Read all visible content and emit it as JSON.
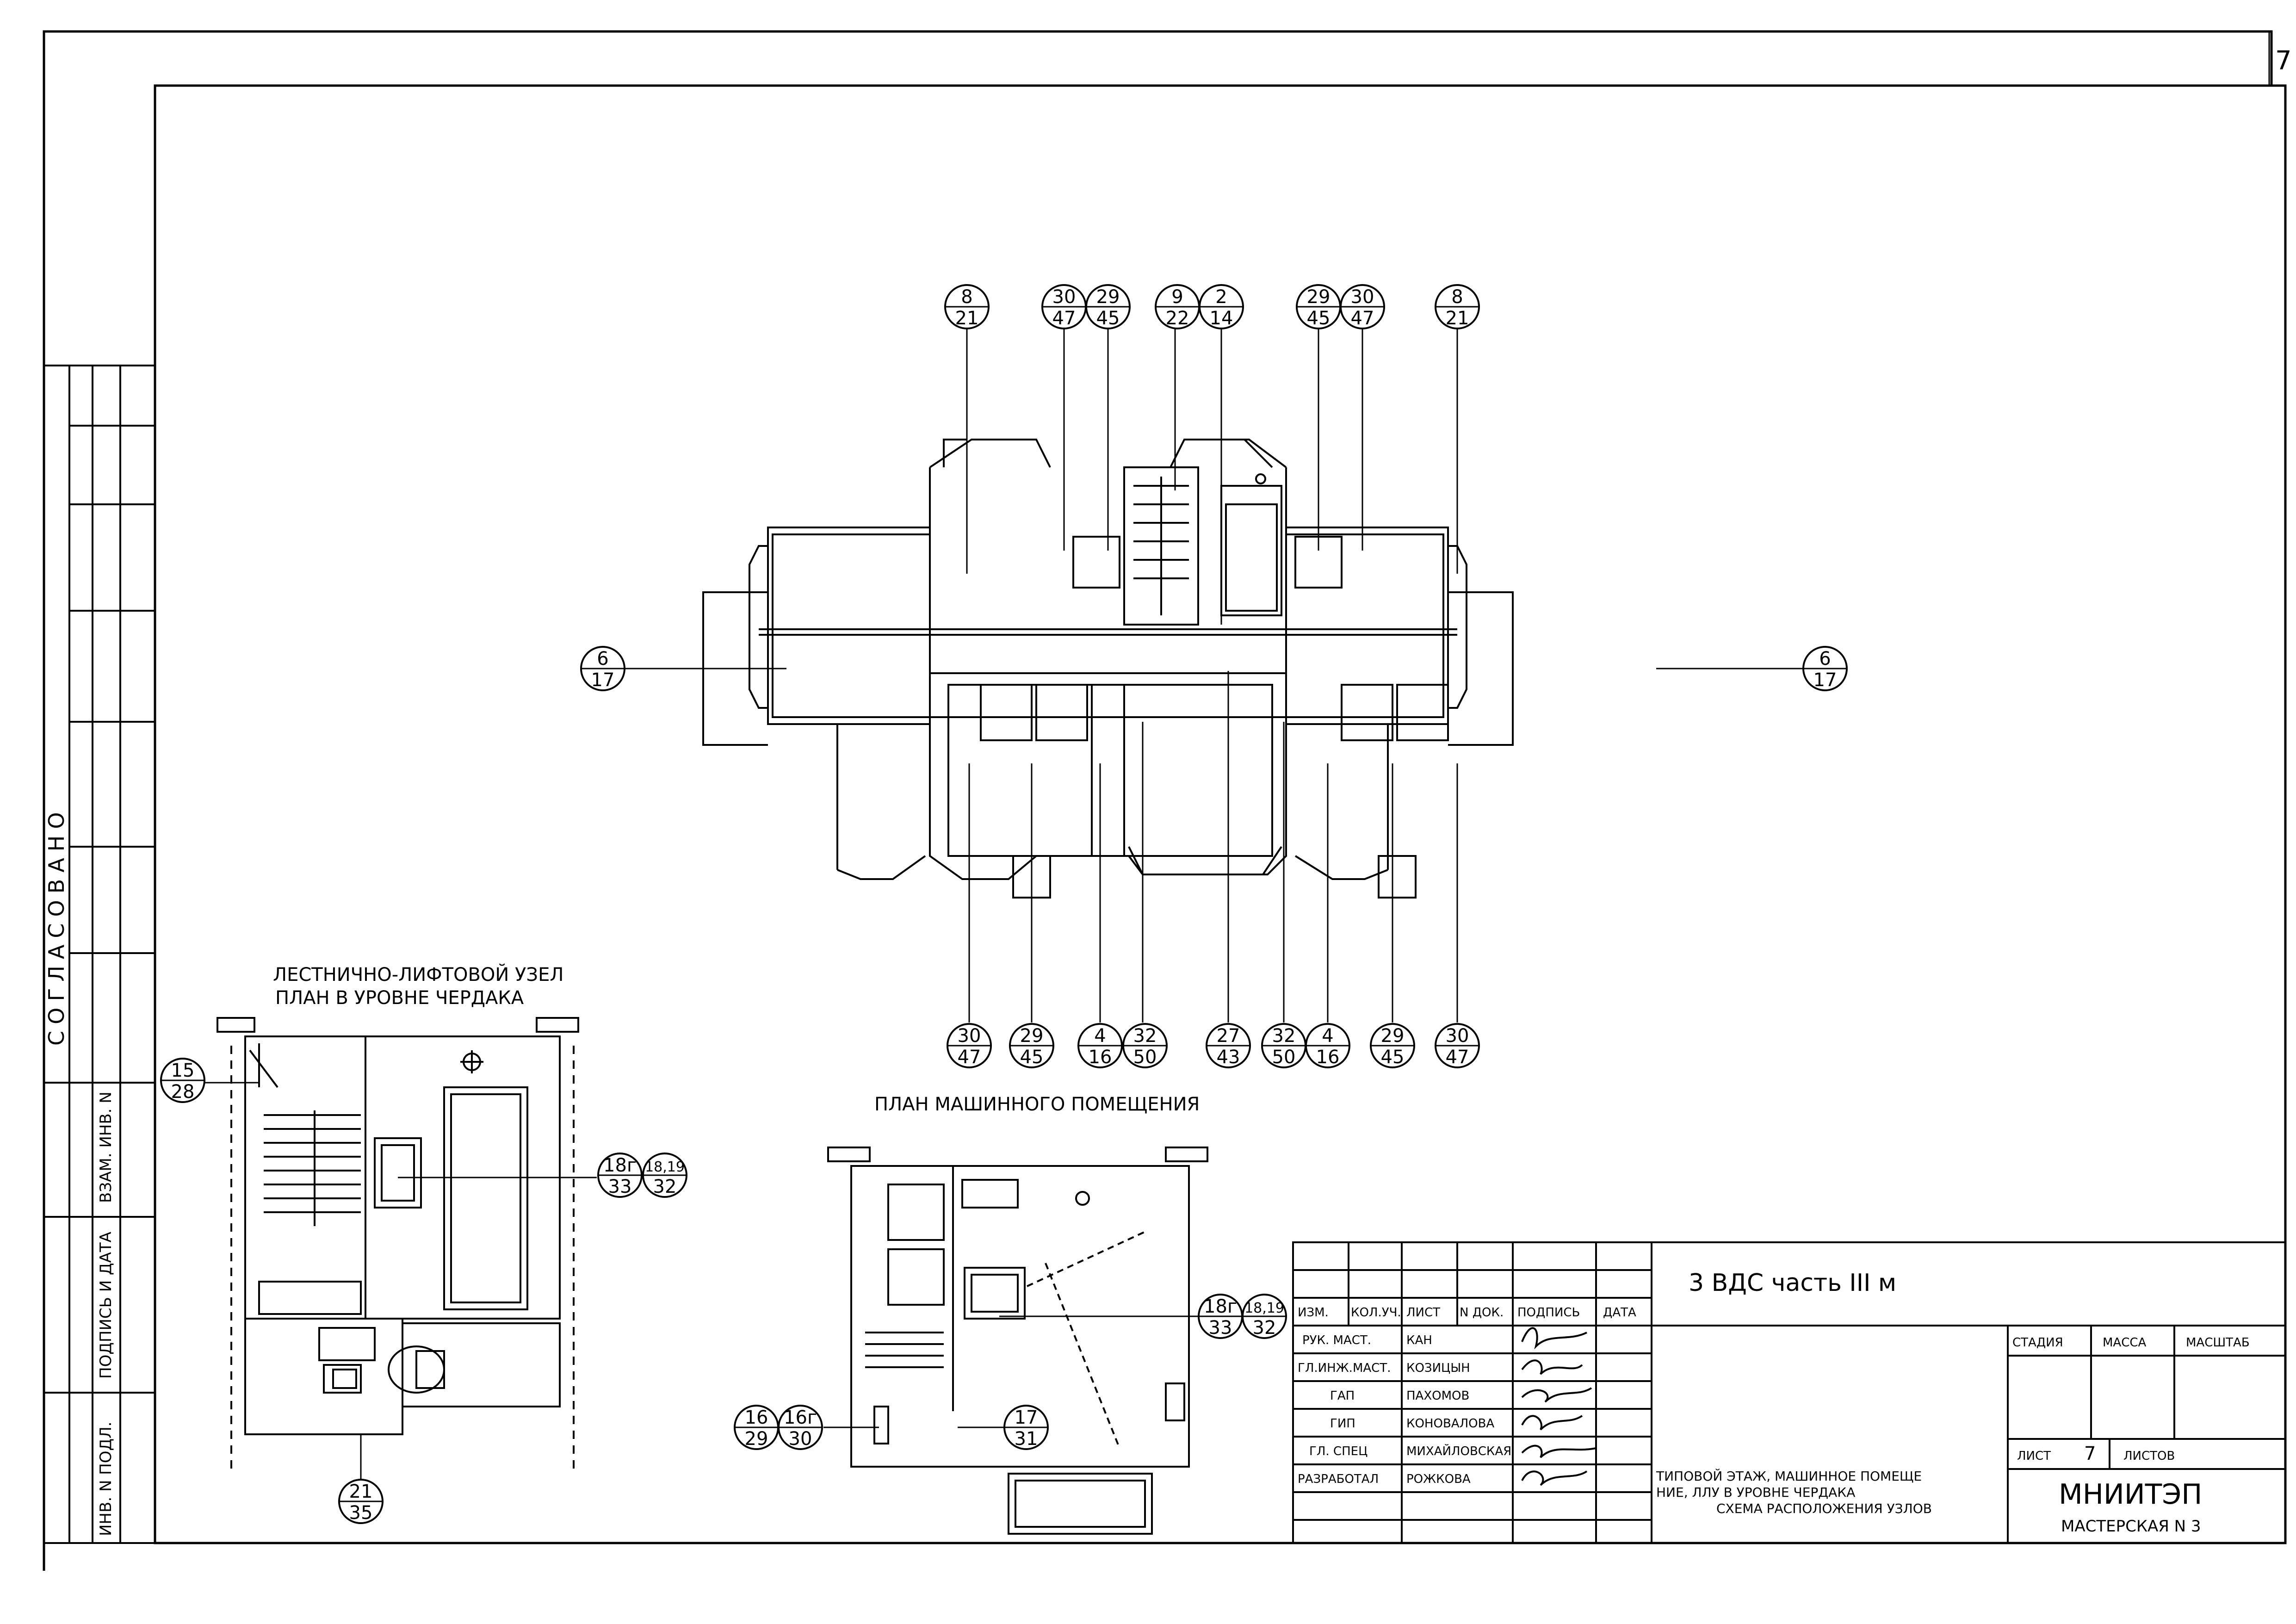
{
  "sheet_corner_number": "7",
  "side_panel": {
    "approved": "СОГЛАСОВАНО",
    "inv_sub": "ВЗАМ. ИНВ. N",
    "sign_date": "ПОДПИСЬ И ДАТА",
    "inv_orig": "ИНВ. N ПОДЛ."
  },
  "captions": {
    "stair_node": "ЛЕСТНИЧНО-ЛИФТОВОЙ УЗЕЛ",
    "stair_node_plan": "ПЛАН В УРОВНЕ ЧЕРДАКА",
    "machine_room": "ПЛАН МАШИННОГО ПОМЕЩЕНИЯ"
  },
  "callouts_top": [
    {
      "top": "8",
      "bottom": "21"
    },
    {
      "top": "30",
      "bottom": "47"
    },
    {
      "top": "29",
      "bottom": "45"
    },
    {
      "top": "9",
      "bottom": "22"
    },
    {
      "top": "2",
      "bottom": "14"
    },
    {
      "top": "29",
      "bottom": "45"
    },
    {
      "top": "30",
      "bottom": "47"
    },
    {
      "top": "8",
      "bottom": "21"
    }
  ],
  "callouts_bottom": [
    {
      "top": "30",
      "bottom": "47"
    },
    {
      "top": "29",
      "bottom": "45"
    },
    {
      "top": "4",
      "bottom": "16"
    },
    {
      "top": "32",
      "bottom": "50"
    },
    {
      "top": "27",
      "bottom": "43"
    },
    {
      "top": "32",
      "bottom": "50"
    },
    {
      "top": "4",
      "bottom": "16"
    },
    {
      "top": "29",
      "bottom": "45"
    },
    {
      "top": "30",
      "bottom": "47"
    }
  ],
  "callouts_side": [
    {
      "top": "6",
      "bottom": "17"
    },
    {
      "top": "6",
      "bottom": "17"
    }
  ],
  "callouts_stair": [
    {
      "top": "15",
      "bottom": "28"
    },
    {
      "top": "18г",
      "bottom": "33"
    },
    {
      "top": "18,19",
      "bottom": "32"
    },
    {
      "top": "21",
      "bottom": "35"
    }
  ],
  "callouts_machine": [
    {
      "top": "18г",
      "bottom": "33"
    },
    {
      "top": "18,19",
      "bottom": "32"
    },
    {
      "top": "16",
      "bottom": "29"
    },
    {
      "top": "16г",
      "bottom": "30"
    },
    {
      "top": "17",
      "bottom": "31"
    }
  ],
  "title_block": {
    "project_code": "3 ВДС часть III м",
    "headers": [
      "ИЗМ.",
      "КОЛ.УЧ.",
      "ЛИСТ",
      "N ДОК.",
      "ПОДПИСЬ",
      "ДАТА"
    ],
    "roles": [
      {
        "role": "РУК. МАСТ.",
        "name": "КАН"
      },
      {
        "role": "ГЛ.ИНЖ.МАСТ.",
        "name": "КОЗИЦЫН"
      },
      {
        "role": "ГАП",
        "name": "ПАХОМОВ"
      },
      {
        "role": "ГИП",
        "name": "КОНОВАЛОВА"
      },
      {
        "role": "ГЛ. СПЕЦ",
        "name": "МИХАЙЛОВСКАЯ"
      },
      {
        "role": "РАЗРАБОТАЛ",
        "name": "РОЖКОВА"
      }
    ],
    "stage": "СТАДИЯ",
    "mass": "МАССА",
    "scale": "МАСШТАБ",
    "sheet_label": "ЛИСТ",
    "sheet_value": "7",
    "sheets_label": "ЛИСТОВ",
    "description_line1": "ТИПОВОЙ ЭТАЖ, МАШИННОЕ ПОМЕЩЕ",
    "description_line2": "НИЕ, ЛЛУ В УРОВНЕ ЧЕРДАКА",
    "description_line3": "СХЕМА РАСПОЛОЖЕНИЯ УЗЛОВ",
    "org": "МНИИТЭП",
    "workshop": "МАСТЕРСКАЯ N 3"
  }
}
